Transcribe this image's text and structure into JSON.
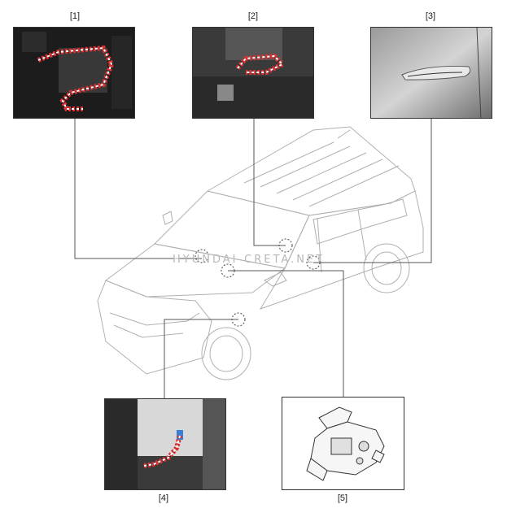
{
  "labels": {
    "l1": "[1]",
    "l2": "[2]",
    "l3": "[3]",
    "l4": "[4]",
    "l5": "[5]"
  },
  "watermark": "HYUNDAI-CRETA.NET",
  "colors": {
    "harness_highlight": "#d83030",
    "leader_line": "#555555",
    "car_outline": "#b0b0b0"
  }
}
